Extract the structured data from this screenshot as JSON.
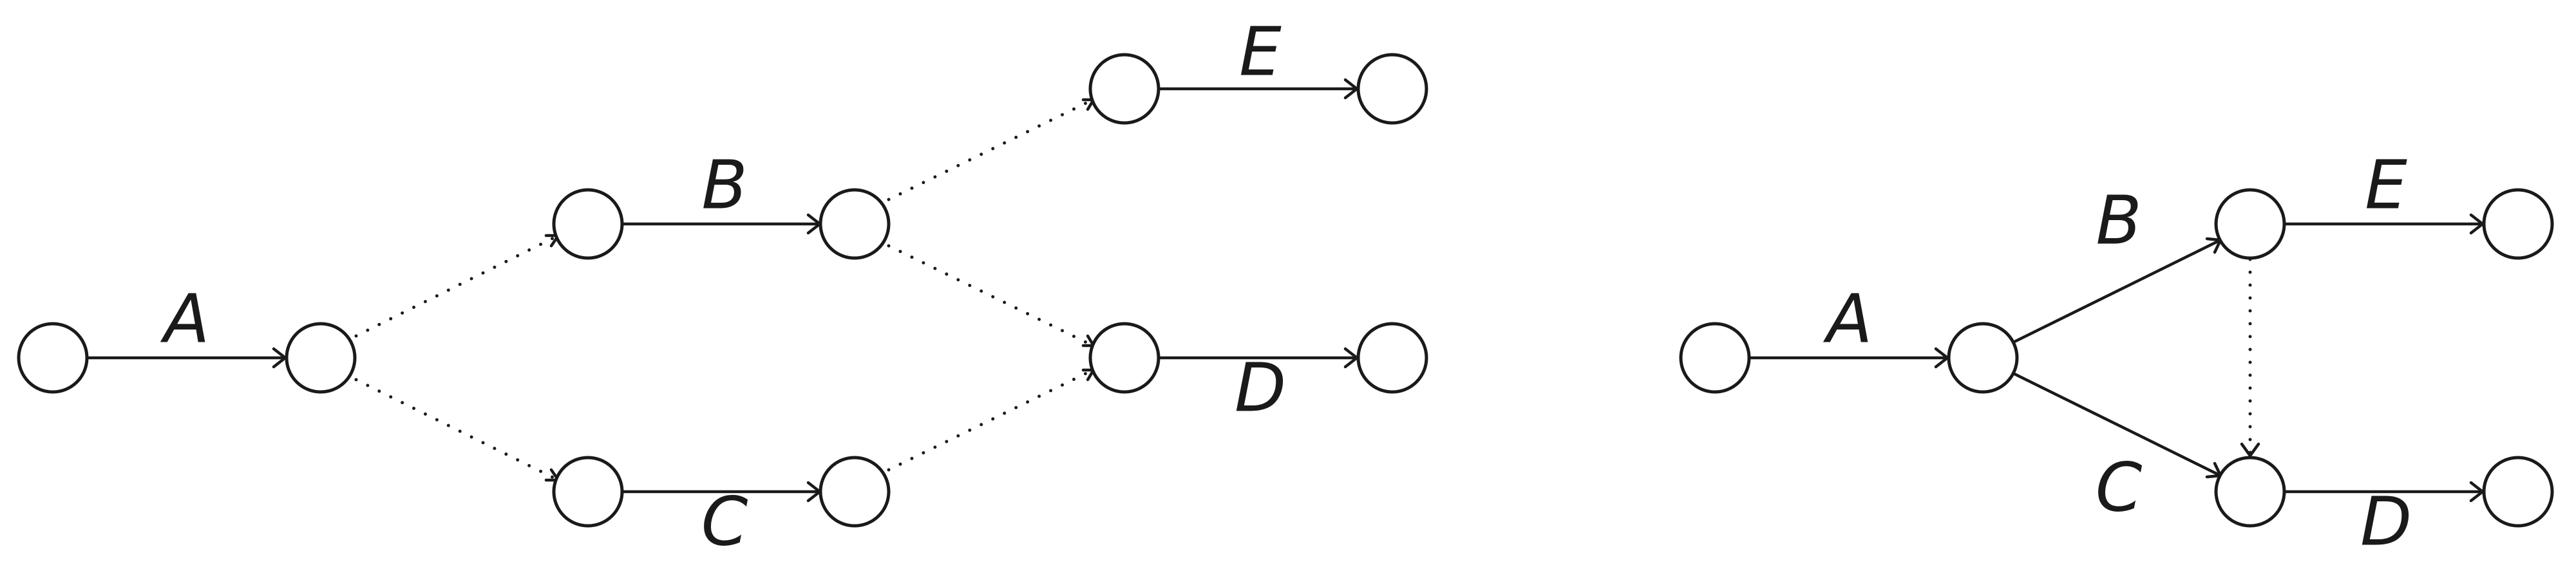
{
  "diagrams": [
    {
      "id": "left",
      "edge_labels": {
        "A": "A",
        "B": "B",
        "C": "C",
        "D": "D",
        "E": "E"
      }
    },
    {
      "id": "right",
      "edge_labels": {
        "A": "A",
        "B": "B",
        "C": "C",
        "D": "D",
        "E": "E"
      }
    }
  ]
}
